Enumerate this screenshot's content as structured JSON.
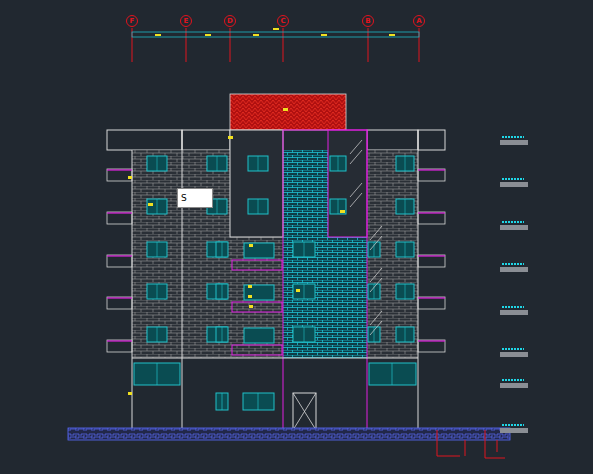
{
  "diagram": {
    "nodes": [
      {
        "text": [
          "F"
        ]
      },
      {
        "text": [
          "E"
        ]
      },
      {
        "text": [
          "D"
        ]
      },
      {
        "text": [
          "C"
        ]
      },
      {
        "text": [
          "B"
        ]
      },
      {
        "text": [
          "A"
        ]
      },
      {
        "text": [
          "S"
        ]
      }
    ]
  }
}
